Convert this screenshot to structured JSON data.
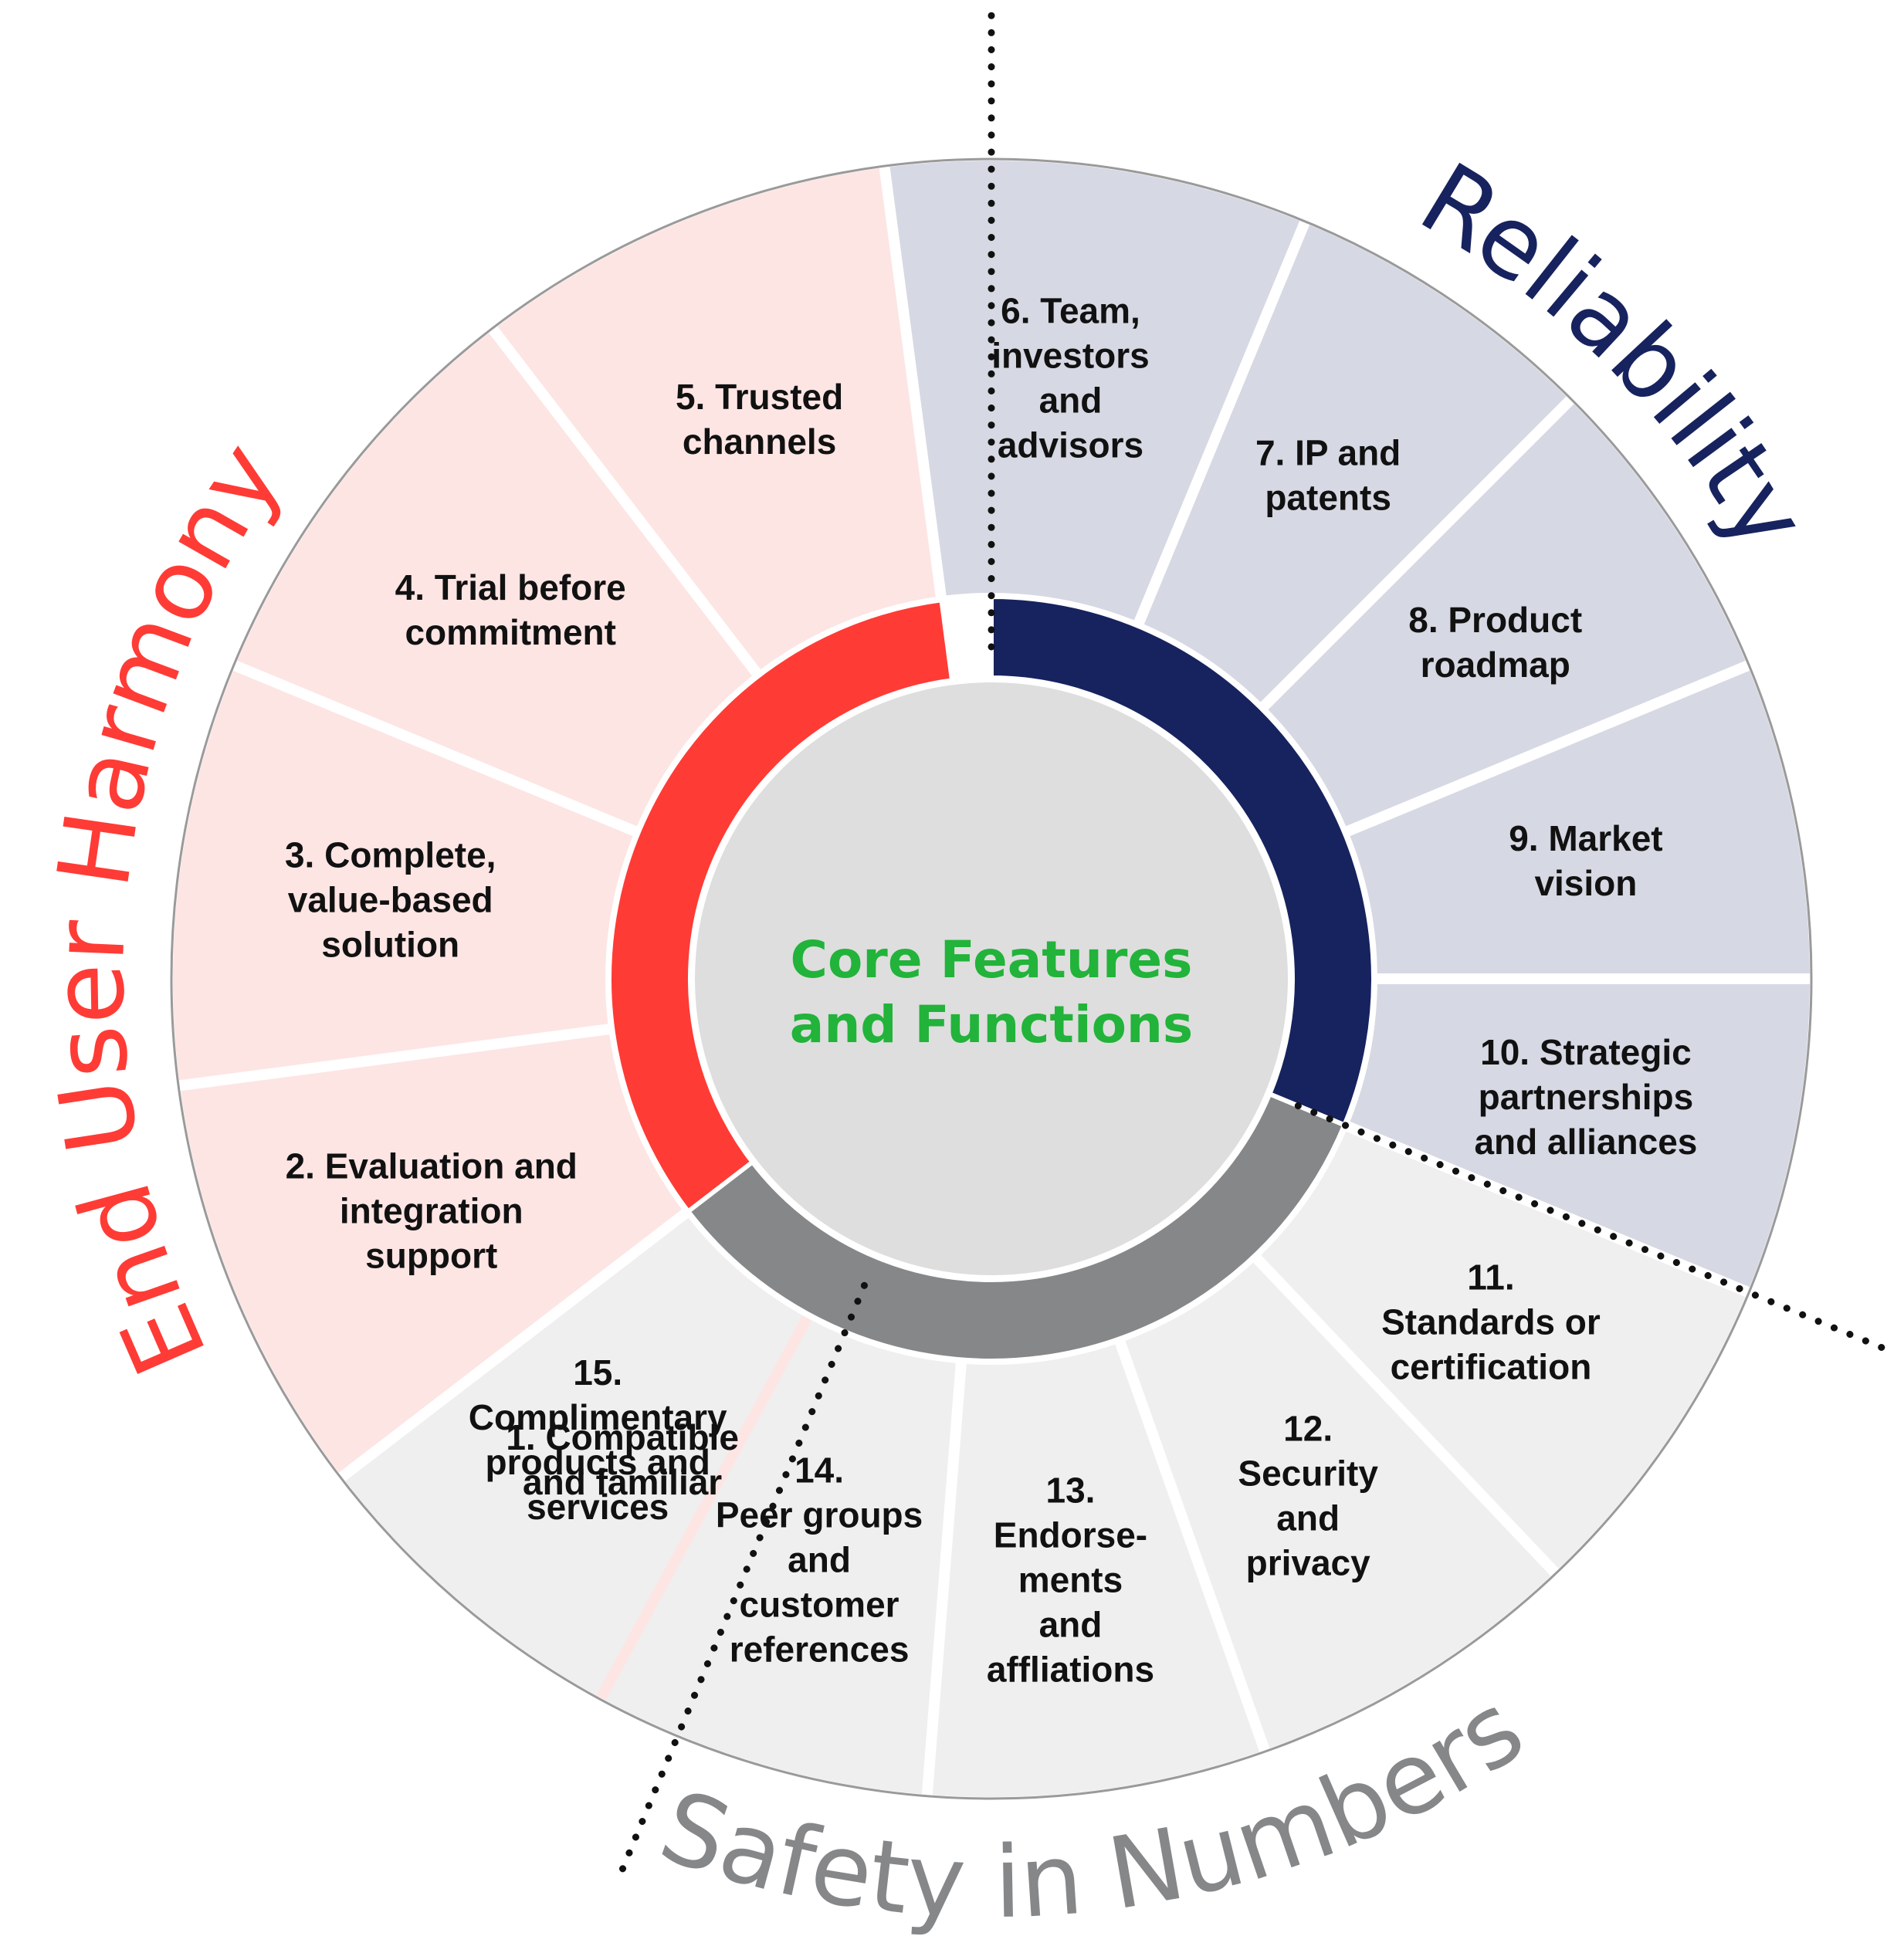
{
  "center": {
    "line1": "Core Features",
    "line2": "and Functions",
    "color": "#22b33a",
    "fill": "#dedede"
  },
  "groups": [
    {
      "id": "end-user-harmony",
      "title": "End User Harmony",
      "color": "#ff3b36",
      "segment_fill": "#fde5e4",
      "angles": [
        202.5,
        352.5
      ],
      "title_angles": [
        205,
        345
      ],
      "title_side": "outer"
    },
    {
      "id": "reliability",
      "title": "Reliability",
      "color": "#17235e",
      "segment_fill": "#d6d8e3",
      "angles": [
        0,
        112.5
      ],
      "title_angles": [
        14,
        76
      ],
      "title_side": "outer"
    },
    {
      "id": "safety-in-numbers",
      "title": "Safety in Numbers",
      "color": "#858789",
      "segment_fill": "#efefef",
      "angles": [
        112.5,
        232.5
      ],
      "title_angles": [
        204,
        142
      ],
      "title_side": "inner"
    }
  ],
  "segments": [
    {
      "group": "end-user-harmony",
      "start": 202.5,
      "end": 232.5,
      "lines": [
        "1. Compatible",
        "and familiar"
      ]
    },
    {
      "group": "end-user-harmony",
      "start": 232.5,
      "end": 262.5,
      "lines": [
        "2. Evaluation and",
        "integration",
        "support"
      ]
    },
    {
      "group": "end-user-harmony",
      "start": 262.5,
      "end": 292.5,
      "lines": [
        "3. Complete,",
        "value-based",
        "solution"
      ]
    },
    {
      "group": "end-user-harmony",
      "start": 292.5,
      "end": 322.5,
      "lines": [
        "4. Trial before",
        "commitment"
      ]
    },
    {
      "group": "end-user-harmony",
      "start": 322.5,
      "end": 352.5,
      "lines": [
        "5. Trusted",
        "channels"
      ]
    },
    {
      "group": "reliability",
      "start": 352.5,
      "end": 382.5,
      "lines": [
        "6. Team,",
        "investors",
        "and",
        "advisors"
      ]
    },
    {
      "group": "reliability",
      "start": 22.5,
      "end": 45,
      "lines": [
        "7. IP and",
        "patents"
      ]
    },
    {
      "group": "reliability",
      "start": 45,
      "end": 67.5,
      "lines": [
        "8. Product",
        "roadmap"
      ]
    },
    {
      "group": "reliability",
      "start": 67.5,
      "end": 90,
      "lines": [
        "9. Market",
        "vision"
      ]
    },
    {
      "group": "reliability",
      "start": 90,
      "end": 112.5,
      "lines": [
        "10. Strategic",
        "partnerships",
        "and alliances"
      ]
    },
    {
      "group": "safety-in-numbers",
      "start": 112.5,
      "end": 136.5,
      "lines": [
        "11.",
        "Standards or",
        "certification"
      ]
    },
    {
      "group": "safety-in-numbers",
      "start": 136.5,
      "end": 160.5,
      "lines": [
        "12.",
        "Security",
        "and",
        "privacy"
      ]
    },
    {
      "group": "safety-in-numbers",
      "start": 160.5,
      "end": 184.5,
      "lines": [
        "13.",
        "Endorse-",
        "ments",
        "and",
        "affliations"
      ]
    },
    {
      "group": "safety-in-numbers",
      "start": 184.5,
      "end": 208.5,
      "lines": [
        "14.",
        "Peer groups",
        "and",
        "customer",
        "references"
      ]
    },
    {
      "group": "safety-in-numbers",
      "start": 208.5,
      "end": 232.5,
      "lines": [
        "15.",
        "Complimentary",
        "products and",
        "services"
      ]
    }
  ]
}
